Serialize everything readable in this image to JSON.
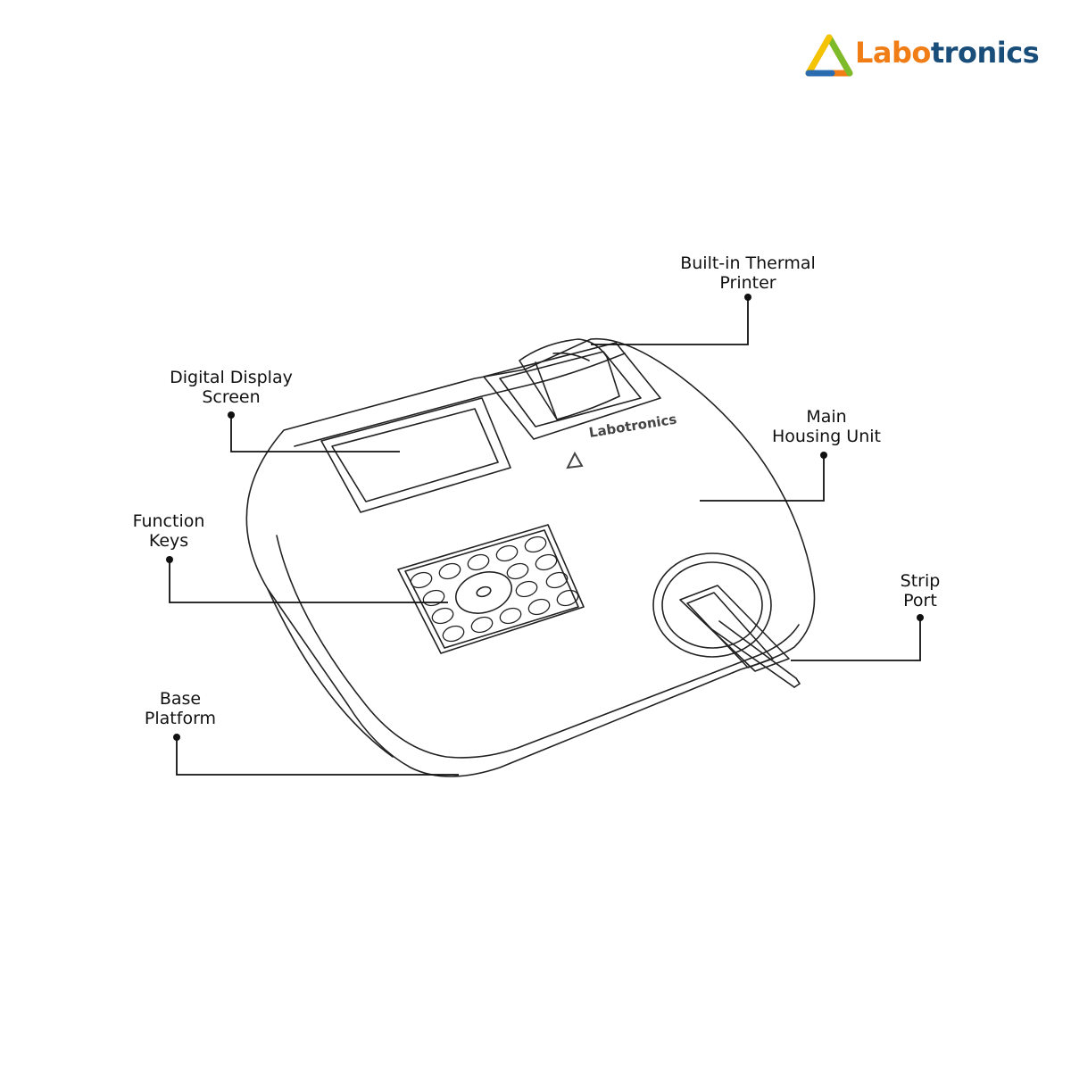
{
  "logo": {
    "text_part1": "Labo",
    "text_part2": "tronics",
    "colors": {
      "orange": "#f07d16",
      "navy": "#1a4e7a",
      "green": "#7dbb2a",
      "yellow": "#f5c400",
      "blue": "#2b6cb0"
    }
  },
  "device": {
    "brand_label": "Labotronics"
  },
  "callouts": {
    "printer": {
      "line1": "Built-in Thermal",
      "line2": "Printer"
    },
    "display": {
      "line1": "Digital Display",
      "line2": "Screen"
    },
    "housing": {
      "line1": "Main",
      "line2": "Housing Unit"
    },
    "keys": {
      "line1": "Function",
      "line2": "Keys"
    },
    "strip": {
      "line1": "Strip",
      "line2": "Port"
    },
    "base": {
      "line1": "Base",
      "line2": "Platform"
    }
  }
}
